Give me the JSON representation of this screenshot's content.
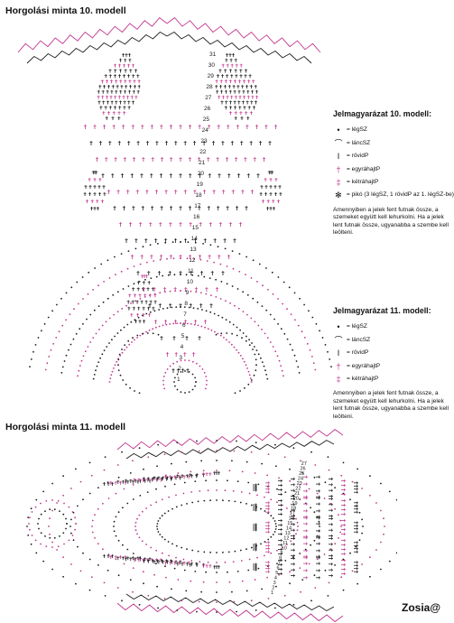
{
  "diagram10": {
    "title": "Horgolási minta 10. modell",
    "row_numbers": [
      "31",
      "30",
      "29",
      "28",
      "27",
      "26",
      "25",
      "24",
      "23",
      "22",
      "21",
      "20",
      "19",
      "18",
      "17",
      "16",
      "15",
      "14",
      "13",
      "12",
      "11",
      "10",
      "9",
      "8",
      "7",
      "6",
      "5",
      "4",
      "3",
      "2",
      "1"
    ]
  },
  "diagram11": {
    "title": "Horgolási minta 11. modell",
    "row_numbers": [
      "1",
      "2",
      "3",
      "4",
      "5",
      "6",
      "7",
      "8",
      "9",
      "10",
      "11",
      "12",
      "13",
      "14",
      "15",
      "16",
      "17",
      "18",
      "19",
      "20",
      "21",
      "22",
      "23",
      "24",
      "25",
      "26",
      "27"
    ]
  },
  "legend10": {
    "heading": "Jelmagyarázat 10. modell:",
    "items": [
      {
        "symbol": "•",
        "label": "= légSZ"
      },
      {
        "symbol": "⌒",
        "label": "= láncSZ"
      },
      {
        "symbol": "I",
        "label": "= rövidP"
      },
      {
        "symbol": "†",
        "label": "= egyráhajtP"
      },
      {
        "symbol": "‡",
        "label": "= kétráhajtP"
      },
      {
        "symbol": "✻",
        "label": "= pikó (3 légSZ, 1 rövidP az 1. légSZ-be)"
      }
    ],
    "note": "Amennyiben a jelek fent futnak össze, a szemeket együtt kell lehurkolni. Ha a jelek lent futnak össze, ugyanabba a szembe kell leölteni."
  },
  "legend11": {
    "heading": "Jelmagyarázat 11. modell:",
    "items": [
      {
        "symbol": "•",
        "label": "= légSZ"
      },
      {
        "symbol": "⌒",
        "label": "= láncSZ"
      },
      {
        "symbol": "I",
        "label": "= rövidP"
      },
      {
        "symbol": "†",
        "label": "= egyráhajtP"
      },
      {
        "symbol": "‡",
        "label": "= kétráhajtP"
      }
    ],
    "note": "Amennyiben a jelek fent futnak össze, a szemeket együtt kell lehurkolni. Ha a jelek lent futnak össze, ugyanabba a szembe kell leölteni."
  },
  "credit": "Zosia@",
  "colors": {
    "ink": "#1a1a1a",
    "accent": "#c2388f"
  }
}
